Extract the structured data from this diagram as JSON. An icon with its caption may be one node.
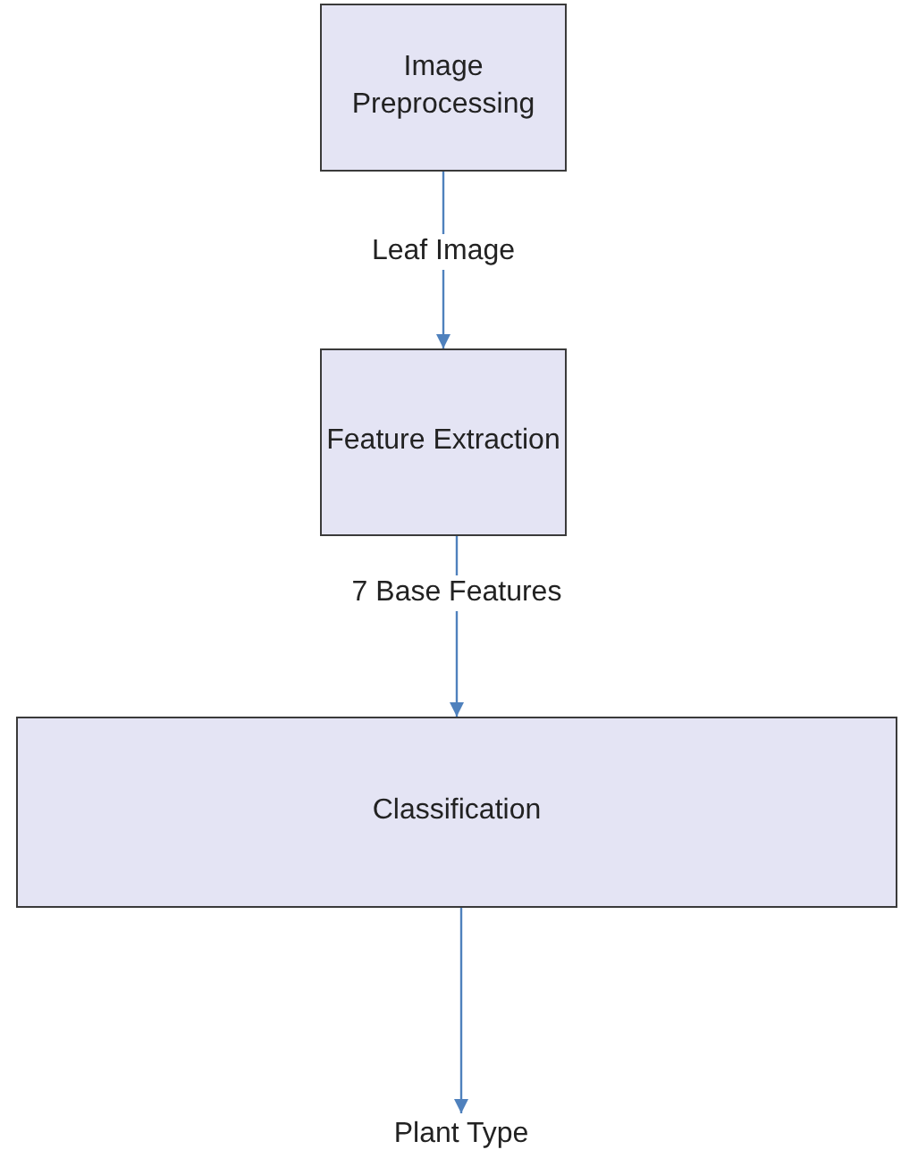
{
  "diagram": {
    "nodes": [
      {
        "text": [
          "Image Preprocessing"
        ]
      },
      {
        "text": [
          "Feature Extraction"
        ]
      },
      {
        "text": [
          "Classification"
        ]
      },
      {
        "text": [
          "Plant Type"
        ]
      }
    ],
    "edges": [
      {
        "from": 0,
        "to": 1,
        "arrow": "to",
        "label": "Leaf Image"
      },
      {
        "from": 1,
        "to": 2,
        "arrow": "to",
        "label": "7 Base Features"
      },
      {
        "from": 2,
        "to": 3,
        "arrow": "to"
      }
    ]
  }
}
